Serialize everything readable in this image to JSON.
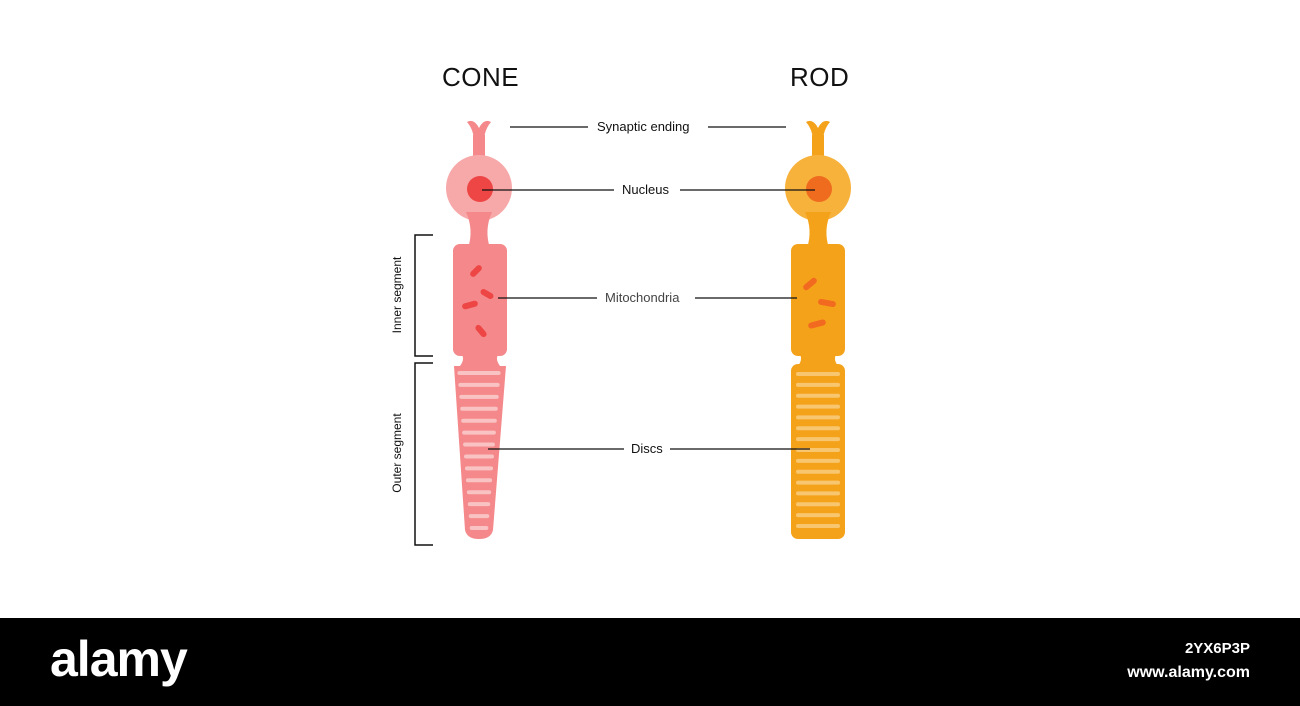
{
  "diagram": {
    "cone_title": "CONE",
    "rod_title": "ROD",
    "labels": {
      "synaptic_ending": "Synaptic ending",
      "nucleus": "Nucleus",
      "mitochondria": "Mitochondria",
      "discs": "Discs"
    },
    "segments": {
      "inner": "Inner segment",
      "outer": "Outer segment"
    },
    "colors": {
      "cone_body": "#f4888a",
      "cone_nucleus_outer": "#f7a9aa",
      "cone_nucleus": "#ee4545",
      "cone_mito": "#ee4545",
      "cone_disc": "#f9c3c3",
      "rod_body": "#f5a21b",
      "rod_nucleus_outer": "#f7b23c",
      "rod_nucleus": "#ef6b1e",
      "rod_mito": "#f26a1f",
      "rod_disc": "#f8c66e"
    }
  },
  "footer": {
    "brand": "alamy",
    "image_id": "2YX6P3P",
    "url": "www.alamy.com"
  }
}
